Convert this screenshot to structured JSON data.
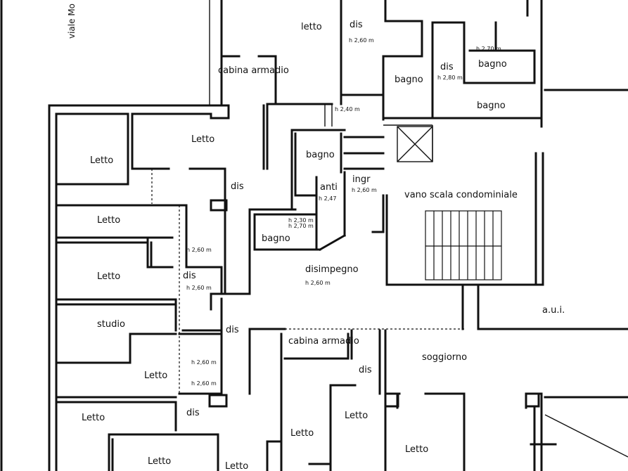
{
  "plan": {
    "street": "viale Mo",
    "rooms": {
      "letto_top": "letto",
      "cabina_top": "cabina armadio",
      "dis_top": "dis",
      "h_top": "h 2,60 m",
      "h270": "h 2,70 m",
      "dis_small": "dis",
      "h280": "h 2,80 m",
      "bagno_top_left": "bagno",
      "bagno_top_right1": "bagno",
      "bagno_top_right2": "bagno",
      "h240": "h 2,40 m",
      "letto_b": "Letto",
      "letto_a": "Letto",
      "dis_mid": "dis",
      "bagno_mid": "bagno",
      "anti": "anti",
      "ingr": "ingr",
      "h247": "h 2,47",
      "h260_ingr": "h 2,60 m",
      "vano_scala": "vano scala condominiale",
      "letto_c": "Letto",
      "bagno_low": "bagno",
      "h230": "h 2,30 m",
      "h270b": "h 2,70 m",
      "h260_a": "h 2,60 m",
      "letto_d": "Letto",
      "dis_d": "dis",
      "h260_b": "h 2,60 m",
      "disimpegno": "disimpegno",
      "h260_c": "h 2,60 m",
      "aui": "a.u.i.",
      "studio": "studio",
      "dis_e": "dis",
      "cabina_low": "cabina armadio",
      "soggiorno": "soggiorno",
      "dis_f": "dis",
      "h260_d": "h 2,60 m",
      "letto_e": "Letto",
      "h260_e": "h 2,60 m",
      "letto_f": "Letto",
      "dis_g": "dis",
      "letto_g": "Letto",
      "letto_h": "Letto",
      "letto_i": "Letto",
      "letto_j": "Letto",
      "letto_k": "Letto"
    }
  }
}
